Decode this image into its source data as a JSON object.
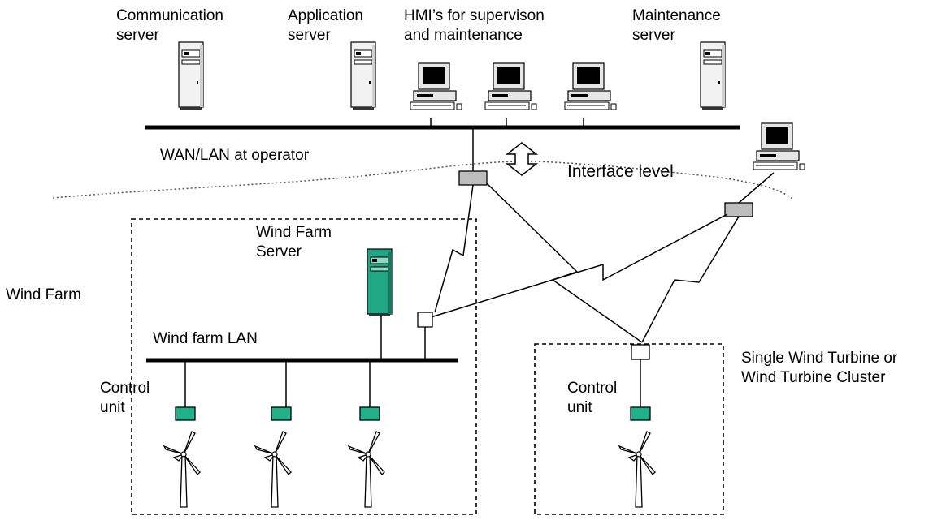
{
  "labels": {
    "comm_server": [
      "Communication",
      "server"
    ],
    "app_server": [
      "Application",
      "server"
    ],
    "hmi": [
      "HMI’s for supervison",
      "and maintenance"
    ],
    "maint_server": [
      "Maintenance",
      "server"
    ],
    "wan": "WAN/LAN at operator",
    "interface": "Interface level",
    "wind_farm_server": [
      "Wind Farm",
      "Server"
    ],
    "wind_farm": "Wind Farm",
    "wind_farm_lan": "Wind farm LAN",
    "control_unit_left": [
      "Control",
      "unit"
    ],
    "control_unit_right": [
      "Control",
      "unit"
    ],
    "single_turbine": [
      "Single Wind Turbine or",
      "Wind Turbine Cluster"
    ]
  },
  "colors": {
    "line": "#000000",
    "server_body": "#f2f2f2",
    "wind_farm_server": "#20a884",
    "control_unit": "#22b08a",
    "interface_node": "#bdbdbd",
    "monitor_screen": "#000000",
    "boundary": "#555555"
  },
  "icons": {
    "server": "tower-server-icon",
    "hmi": "desktop-computer-icon",
    "turbine": "wind-turbine-icon",
    "node": "network-node-icon"
  }
}
